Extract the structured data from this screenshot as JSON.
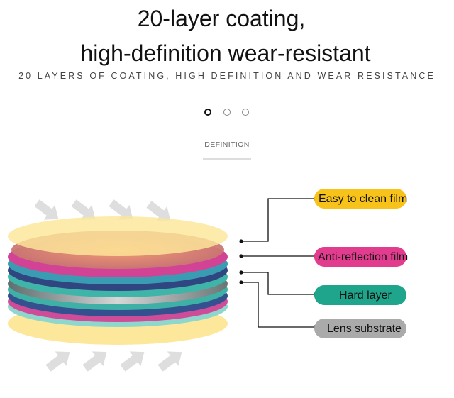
{
  "title": {
    "line1": "20-layer coating,",
    "line2": "high-definition wear-resistant"
  },
  "subtitle": "20 LAYERS OF COATING, HIGH DEFINITION AND WEAR RESISTANCE",
  "carousel": {
    "dot_count": 3,
    "active_index": 0
  },
  "tab": {
    "label": "DEFINITION"
  },
  "layers": [
    {
      "label": "Easy to clean film",
      "color": "#f7c21a"
    },
    {
      "label": "Anti-reflection film",
      "color": "#e23c8f"
    },
    {
      "label": "Hard layer",
      "color": "#1fa58b"
    },
    {
      "label": "Lens substrate",
      "color": "#aaaaaa"
    }
  ],
  "colors": {
    "yellow": "#fde79a",
    "magenta": "#d1449b",
    "teal": "#3fb5a9",
    "navy": "#2c3f7a",
    "gray": "#8e8e8e",
    "arrow": "#dedede"
  }
}
